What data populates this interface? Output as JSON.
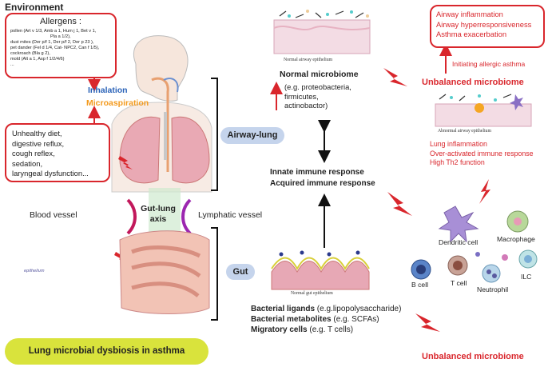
{
  "environment_title": "Environment",
  "allergens": {
    "title": "Allergens :",
    "lines": [
      "pollen (Art v 1/3, Amb a 1, Hum j 1, Bet v 1,",
      "Pla a 1/2),",
      "dust mites (Der p/f 1, Der p/f 2,  Der p 23 ),",
      "pet dander (Fel d 1/4, Cat- NPC2, Can f 1/5),",
      "cockroach (Bla g 2),",
      "mold (Alt a 1, Asp f 1/2/4/6)",
      "..."
    ]
  },
  "inhalation": "Inhalation",
  "microaspiration": "Microaspiration",
  "risk_factors": [
    "Unhealthy diet,",
    "digestive reflux,",
    "cough reflex,",
    "sedation,",
    "laryngeal dysfunction..."
  ],
  "blood_vessel": "Blood vessel",
  "lymphatic_vessel": "Lymphatic vessel",
  "gut_lung_axis": [
    "Gut-lung",
    "axis"
  ],
  "epithelium_label": "epithelium",
  "airway_lung": "Airway-lung",
  "gut": "Gut",
  "normal_airway": {
    "label": "Normal airway epithelium",
    "title": "Normal microbiome",
    "examples": [
      "(e.g.  proteobacteria,",
      "firmicutes,",
      "actinobactor)"
    ]
  },
  "immune": [
    "Innate immune response",
    "Acquired immune response"
  ],
  "normal_gut": {
    "label": "Normal gut epithelium",
    "items": [
      {
        "bold": "Bacterial ligands",
        "rest": " (e.g.lipopolysaccharide)"
      },
      {
        "bold": "Bacterial metabolites",
        "rest": " (e.g. SCFAs)"
      },
      {
        "bold": "Migratory cells",
        "rest": " (e.g. T cells)"
      }
    ]
  },
  "outcomes": [
    "Airway inflammation",
    "Airway hyperresponsiveness",
    "Asthma exacerbation"
  ],
  "initiating": "Initiating allergic asthma",
  "unbalanced_top": "Unbalanced microbiome",
  "abnormal_airway": {
    "label": "Abnormal airway epithelium",
    "effects": [
      "Lung inflammation",
      "Over-activated immune response",
      "High Th2 function"
    ]
  },
  "cells": {
    "dendritic": "Dendritic cell",
    "macrophage": "Macrophage",
    "b_cell": "B cell",
    "t_cell": "T cell",
    "neutrophil": "Neutrophil",
    "ilc": "ILC"
  },
  "unbalanced_bottom": "Unbalanced microbiome",
  "footer": "Lung microbial dysbiosis in asthma",
  "colors": {
    "red": "#d9262c",
    "blue": "#2b63b8",
    "orange": "#f39a1e",
    "pill": "#c5d4ec",
    "footer": "#d9e33c"
  }
}
